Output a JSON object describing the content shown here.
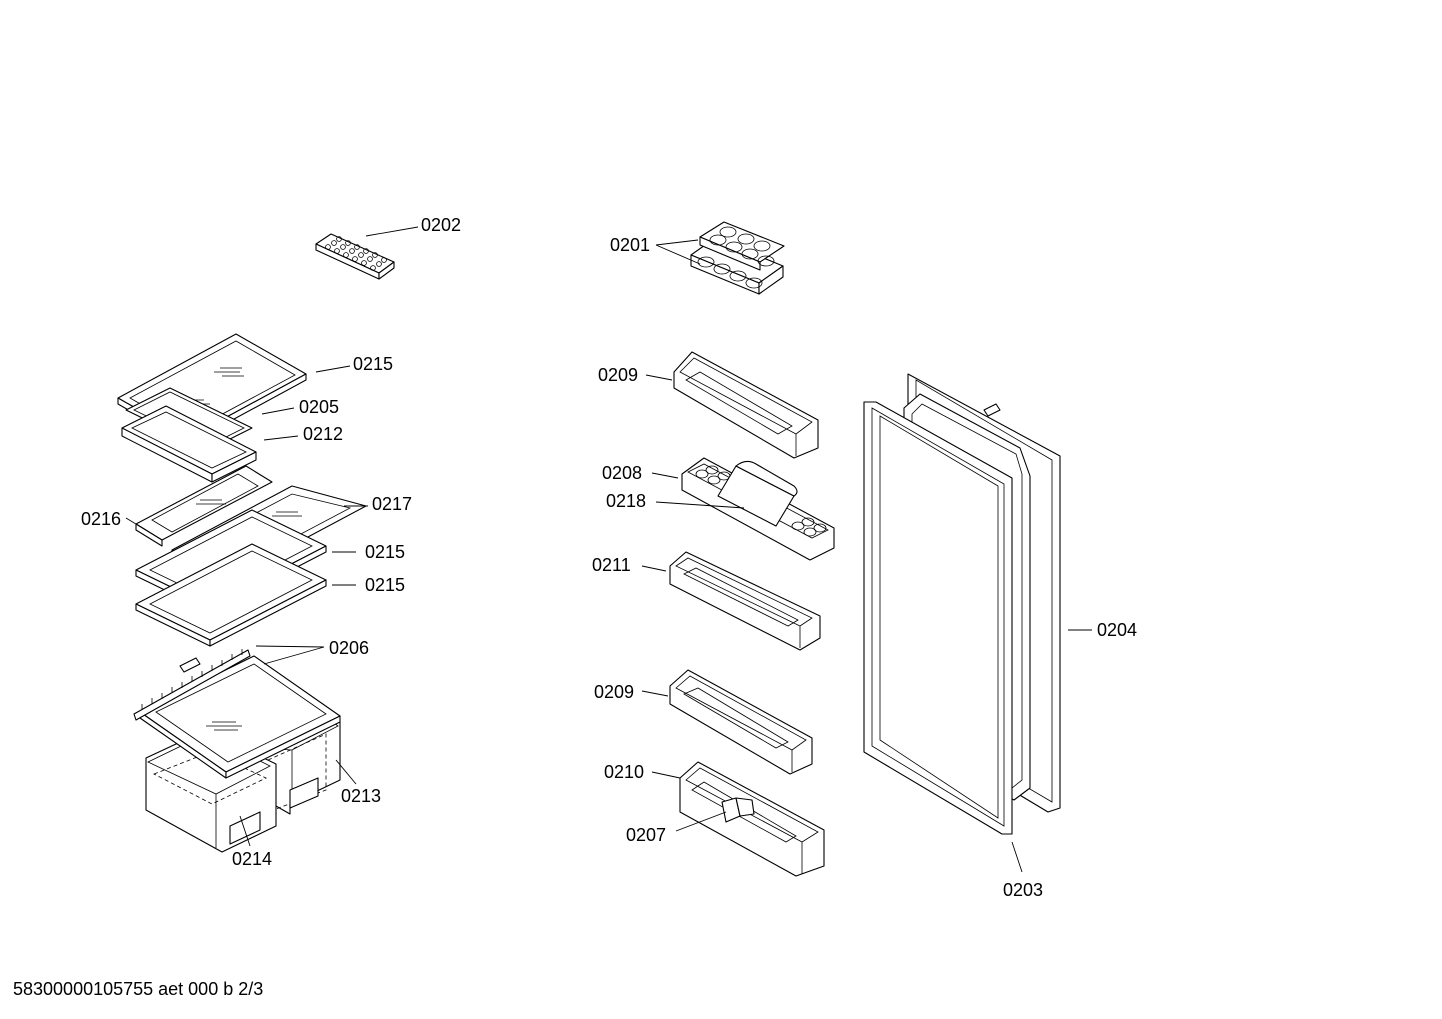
{
  "callouts": [
    {
      "id": "c-0202",
      "text": "0202"
    },
    {
      "id": "c-0201",
      "text": "0201"
    },
    {
      "id": "c-0215a",
      "text": "0215"
    },
    {
      "id": "c-0205",
      "text": "0205"
    },
    {
      "id": "c-0212",
      "text": "0212"
    },
    {
      "id": "c-0217",
      "text": "0217"
    },
    {
      "id": "c-0216",
      "text": "0216"
    },
    {
      "id": "c-0215b",
      "text": "0215"
    },
    {
      "id": "c-0215c",
      "text": "0215"
    },
    {
      "id": "c-0206",
      "text": "0206"
    },
    {
      "id": "c-0213",
      "text": "0213"
    },
    {
      "id": "c-0214",
      "text": "0214"
    },
    {
      "id": "c-0209a",
      "text": "0209"
    },
    {
      "id": "c-0208",
      "text": "0208"
    },
    {
      "id": "c-0218",
      "text": "0218"
    },
    {
      "id": "c-0211",
      "text": "0211"
    },
    {
      "id": "c-0209b",
      "text": "0209"
    },
    {
      "id": "c-0210",
      "text": "0210"
    },
    {
      "id": "c-0207",
      "text": "0207"
    },
    {
      "id": "c-0204",
      "text": "0204"
    },
    {
      "id": "c-0203",
      "text": "0203"
    }
  ],
  "footer": {
    "document_code": "58300000105755 aet 000 b 2/3"
  }
}
